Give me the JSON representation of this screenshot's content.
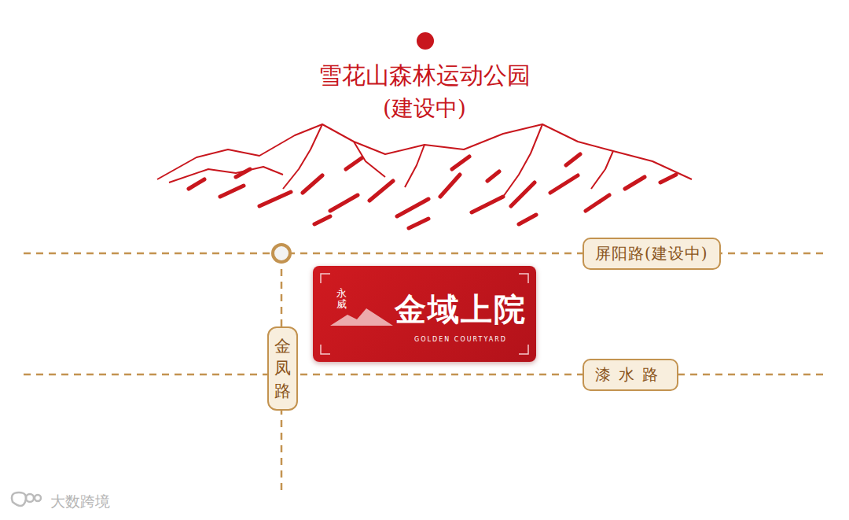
{
  "diagram": {
    "nodes": [
      {
        "text": [
          "屏阳路(建设中)"
        ]
      },
      {
        "text": [
          "永威",
          "金域上院",
          "GOLDEN COURTYARD"
        ]
      },
      {
        "text": [
          "金凤路"
        ]
      },
      {
        "text": [
          "漆水路"
        ]
      }
    ],
    "labels": [
      "雪花山森林运动公园",
      "(建设中)",
      "大数跨境"
    ]
  }
}
